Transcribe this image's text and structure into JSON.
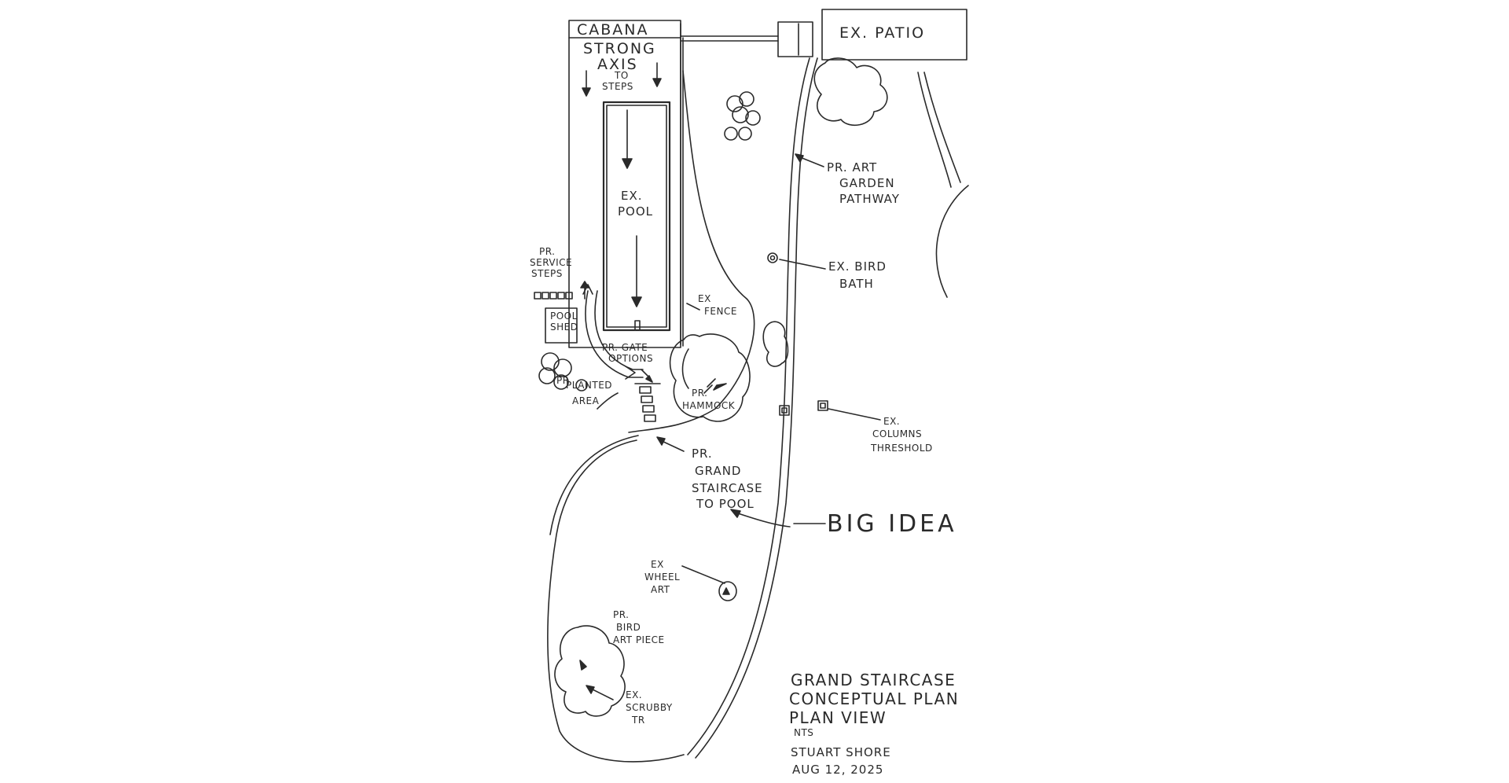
{
  "labels": {
    "cabana": "CABANA",
    "strong_axis_1": "STRONG",
    "strong_axis_2": "AXIS",
    "strong_axis_3": "TO",
    "strong_axis_4": "STEPS",
    "ex_pool_1": "EX.",
    "ex_pool_2": "POOL",
    "ex_patio": "EX. PATIO",
    "art_path_1": "PR. ART",
    "art_path_2": "GARDEN",
    "art_path_3": "PATHWAY",
    "bird_bath_1": "EX. BIRD",
    "bird_bath_2": "BATH",
    "service_steps_1": "PR.",
    "service_steps_2": "SERVICE",
    "service_steps_3": "STEPS",
    "pool_shed_1": "POOL",
    "pool_shed_2": "SHED",
    "ex_fence_1": "EX",
    "ex_fence_2": "FENCE",
    "gate_1": "PR. GATE",
    "gate_2": "OPTIONS",
    "planted_1": "PR.",
    "planted_2": "PLANTED",
    "planted_3": "AREA",
    "hammock_1": "PR.",
    "hammock_2": "HAMMOCK",
    "columns_1": "EX.",
    "columns_2": "COLUMNS",
    "columns_3": "THRESHOLD",
    "staircase_1": "PR.",
    "staircase_2": "GRAND",
    "staircase_3": "STAIRCASE",
    "staircase_4": "TO POOL",
    "big_idea": "BIG IDEA",
    "wheel_1": "EX",
    "wheel_2": "WHEEL",
    "wheel_3": "ART",
    "bird_art_1": "PR.",
    "bird_art_2": "BIRD",
    "bird_art_3": "ART PIECE",
    "scrubby_1": "EX.",
    "scrubby_2": "SCRUBBY",
    "scrubby_3": "TR"
  },
  "title_block": {
    "line1": "GRAND STAIRCASE",
    "line2": "CONCEPTUAL PLAN",
    "line3": "PLAN VIEW",
    "line4": "NTS",
    "author": "STUART SHORE",
    "date": "AUG 12, 2025"
  },
  "colors": {
    "ink": "#2a2a2a",
    "paper": "#ffffff"
  }
}
